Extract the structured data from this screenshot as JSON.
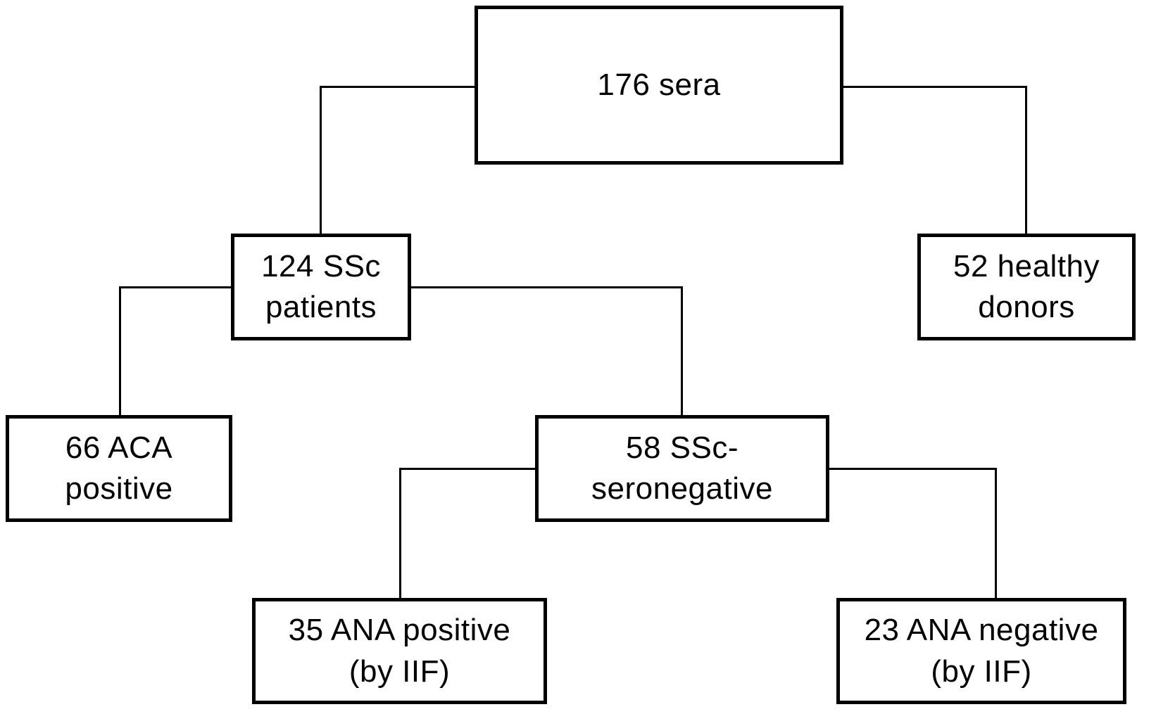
{
  "flowchart": {
    "nodes": {
      "sera": {
        "label": "176 sera"
      },
      "ssc_patients": {
        "label": "124 SSc\npatients"
      },
      "healthy_donors": {
        "label": "52 healthy\ndonors"
      },
      "aca_positive": {
        "label": "66 ACA\npositive"
      },
      "ssc_seronegative": {
        "label": "58 SSc-\nseronegative"
      },
      "ana_positive": {
        "label": "35 ANA positive\n(by IIF)"
      },
      "ana_negative": {
        "label": "23 ANA negative\n(by IIF)"
      }
    },
    "edges": [
      {
        "from": "sera",
        "to": "ssc_patients"
      },
      {
        "from": "sera",
        "to": "healthy_donors"
      },
      {
        "from": "ssc_patients",
        "to": "aca_positive"
      },
      {
        "from": "ssc_patients",
        "to": "ssc_seronegative"
      },
      {
        "from": "ssc_seronegative",
        "to": "ana_positive"
      },
      {
        "from": "ssc_seronegative",
        "to": "ana_negative"
      }
    ],
    "colors": {
      "box_border": "#000000",
      "box_fill": "#ffffff",
      "text": "#000000",
      "connector": "#000000"
    }
  }
}
